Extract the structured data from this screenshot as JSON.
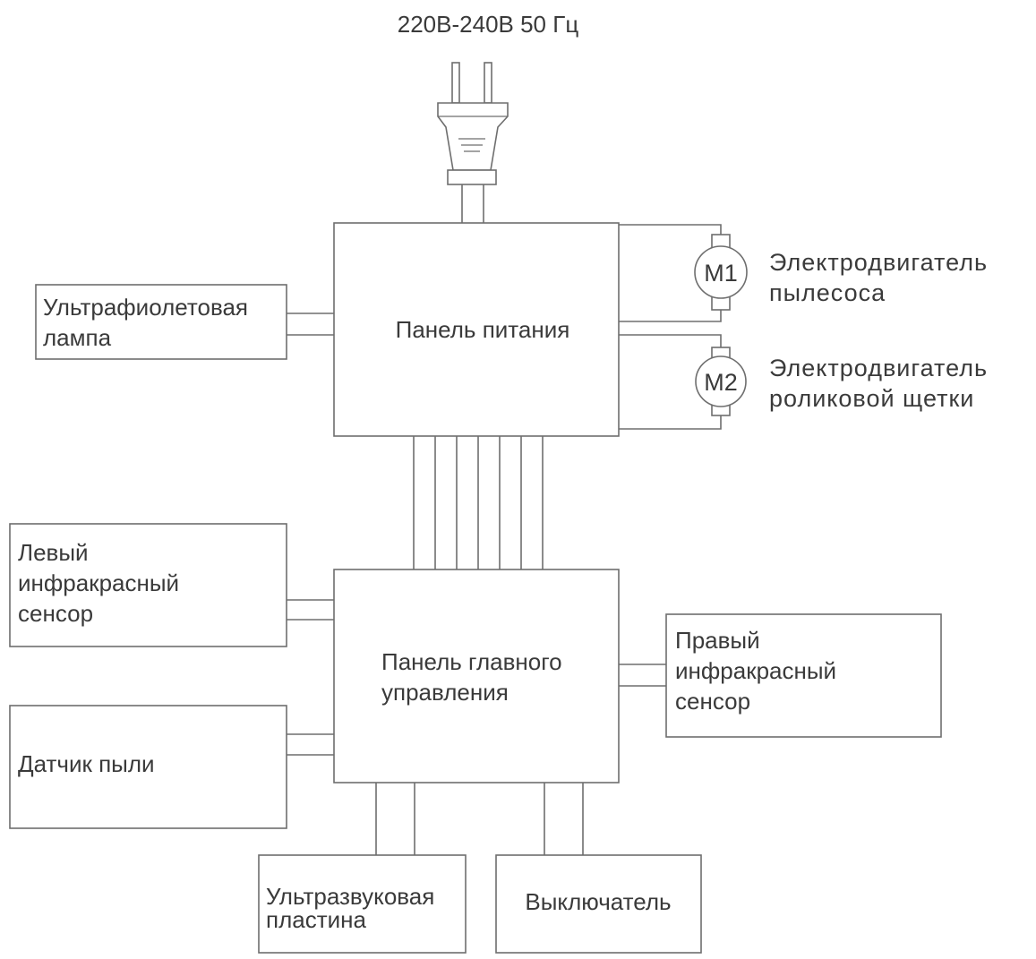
{
  "supply": {
    "label": "220В-240В 50 Гц"
  },
  "blocks": {
    "power_panel": {
      "label": "Панель питания"
    },
    "main_panel": {
      "lines": [
        "Панель главного",
        "управления"
      ]
    },
    "uv_lamp": {
      "lines": [
        "Ультрафиолетовая",
        "лампа"
      ]
    },
    "left_ir": {
      "lines": [
        "Левый",
        "инфракрасный",
        "сенсор"
      ]
    },
    "dust_sensor": {
      "label": "Датчик пыли"
    },
    "right_ir": {
      "lines": [
        "Правый",
        "инфракрасный",
        "сенсор"
      ]
    },
    "ultrasonic": {
      "lines": [
        "Ультразвуковая",
        "пластина"
      ]
    },
    "switch": {
      "label": "Выключатель"
    }
  },
  "motors": [
    {
      "symbol": "M1",
      "lines": [
        "Электродвигатель",
        "пылесоса"
      ]
    },
    {
      "symbol": "M2",
      "lines": [
        "Электродвигатель",
        "роликовой щетки"
      ]
    }
  ],
  "icons": [
    "power-plug-icon",
    "motor-icon"
  ]
}
